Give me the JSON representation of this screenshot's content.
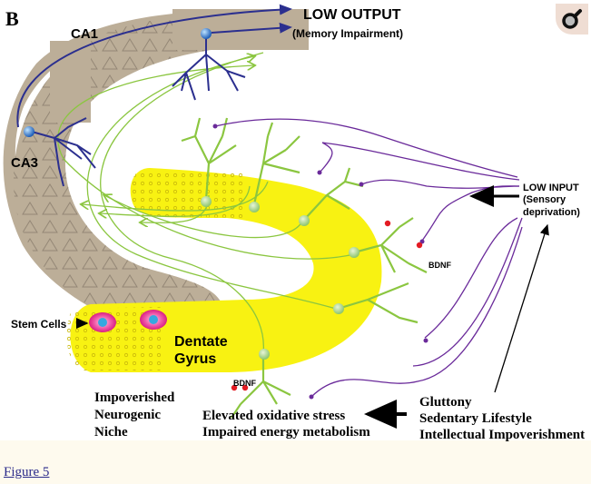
{
  "figure": {
    "panel_letter": "B",
    "regions": {
      "ca1": "CA1",
      "ca3": "CA3",
      "dentate_gyrus_line1": "Dentate",
      "dentate_gyrus_line2": "Gyrus"
    },
    "output": {
      "title": "LOW OUTPUT",
      "subtitle": "(Memory Impairment)"
    },
    "input": {
      "title": "LOW INPUT",
      "subtitle_line1": "(Sensory",
      "subtitle_line2": "deprivation)"
    },
    "bdnf_label": "BDNF",
    "stem_cells_label": "Stem Cells",
    "niche": [
      "Impoverished",
      "Neurogenic",
      "Niche"
    ],
    "effects": [
      "Elevated oxidative stress",
      "Impaired energy metabolism"
    ],
    "causes": [
      "Gluttony",
      "Sedentary Lifestyle",
      "Intellectual Impoverishment"
    ],
    "colors": {
      "ca_band": "#bcae98",
      "dentate": "#f8f212",
      "granule_neuron": "#8bc640",
      "pyramidal_neuron": "#2b2f8f",
      "input_fiber": "#6a2a9a",
      "bdnf": "#e31b23",
      "stem_cell": "#e0218a",
      "stem_nucleus": "#35a8e0"
    }
  },
  "zoom_button": {
    "icon": "magnifier-icon"
  },
  "caption_link": "Figure 5"
}
